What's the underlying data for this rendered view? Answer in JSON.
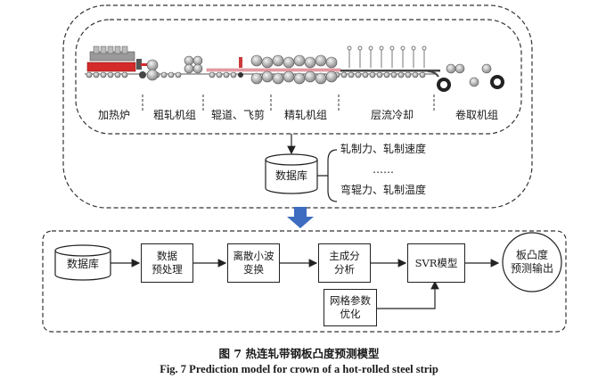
{
  "process_stages": {
    "furnace": "加热炉",
    "roughing": "粗轧机组",
    "table_shear": "辊道、飞剪",
    "finishing": "精轧机组",
    "cooling": "层流冷却",
    "coiler": "卷取机组"
  },
  "database_top": "数据库",
  "parameters": {
    "line1": "轧制力、轧制速度",
    "line2": "……",
    "line3": "弯辊力、轧制温度"
  },
  "flow": {
    "database": "数据库",
    "preprocess": [
      "数据",
      "预处理"
    ],
    "wavelet": [
      "离散小波",
      "变换"
    ],
    "pca": [
      "主成分",
      "分析"
    ],
    "svr": "SVR模型",
    "grid": [
      "网格参数",
      "优化"
    ],
    "output": [
      "板凸度",
      "预测输出"
    ]
  },
  "caption": {
    "cn": "图 7    热连轧带钢板凸度预测模型",
    "en": "Fig. 7    Prediction model for crown of a hot-rolled steel strip"
  },
  "colors": {
    "big_arrow": "#3d6cc0",
    "furnace_red": "#d42a2a",
    "strip_pink": "#e8a0a8"
  }
}
